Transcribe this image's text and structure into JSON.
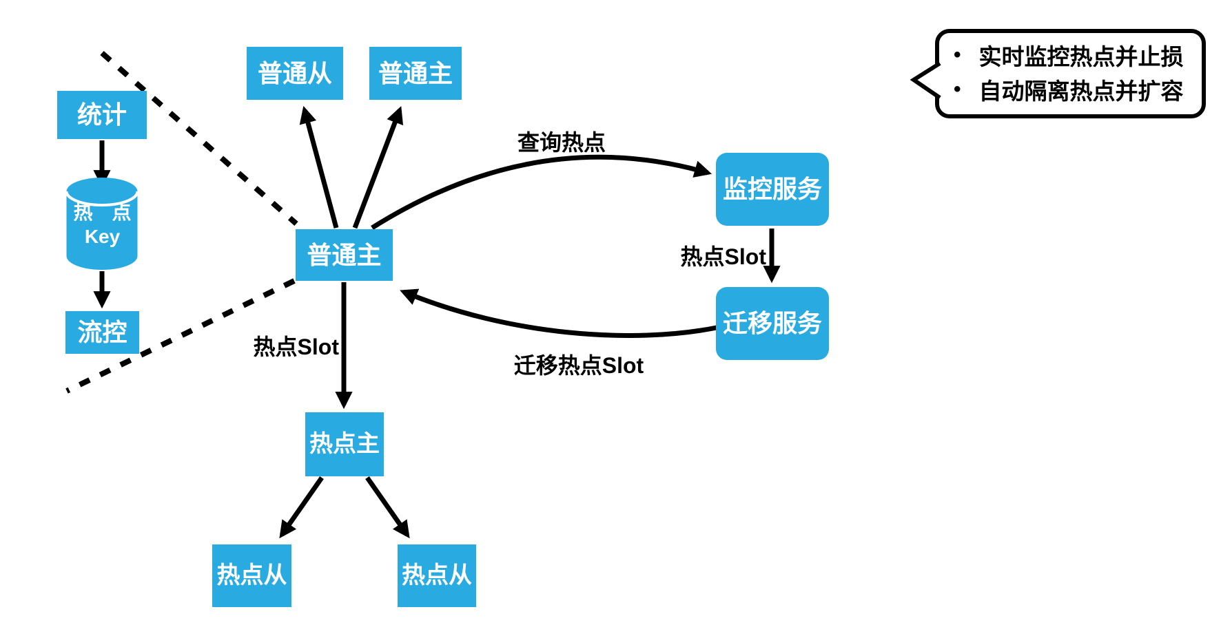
{
  "colors": {
    "node_blue": "#29ABE2",
    "line_black": "#000000",
    "text_white": "#FFFFFF",
    "background": "#FFFFFF"
  },
  "nodes": {
    "stat": {
      "label": "统计"
    },
    "hot_key_db": {
      "line1": "热　点",
      "line2": "Key"
    },
    "flow_control": {
      "label": "流控"
    },
    "normal_slave_top": {
      "label": "普通从"
    },
    "normal_master_top": {
      "label": "普通主"
    },
    "normal_master_center": {
      "label": "普通主"
    },
    "monitor_service": {
      "label": "监控服务"
    },
    "migrate_service": {
      "label": "迁移服务"
    },
    "hot_master": {
      "label": "热点主"
    },
    "hot_slave_left": {
      "label": "热点从"
    },
    "hot_slave_right": {
      "label": "热点从"
    }
  },
  "edge_labels": {
    "query_hotspot": "查询热点",
    "hot_slot_to_migrate": "热点Slot",
    "migrate_hot_slot": "迁移热点Slot",
    "hot_slot_down": "热点Slot"
  },
  "callout": {
    "bullet": "•",
    "items": [
      "实时监控热点并止损",
      "自动隔离热点并扩容"
    ]
  }
}
